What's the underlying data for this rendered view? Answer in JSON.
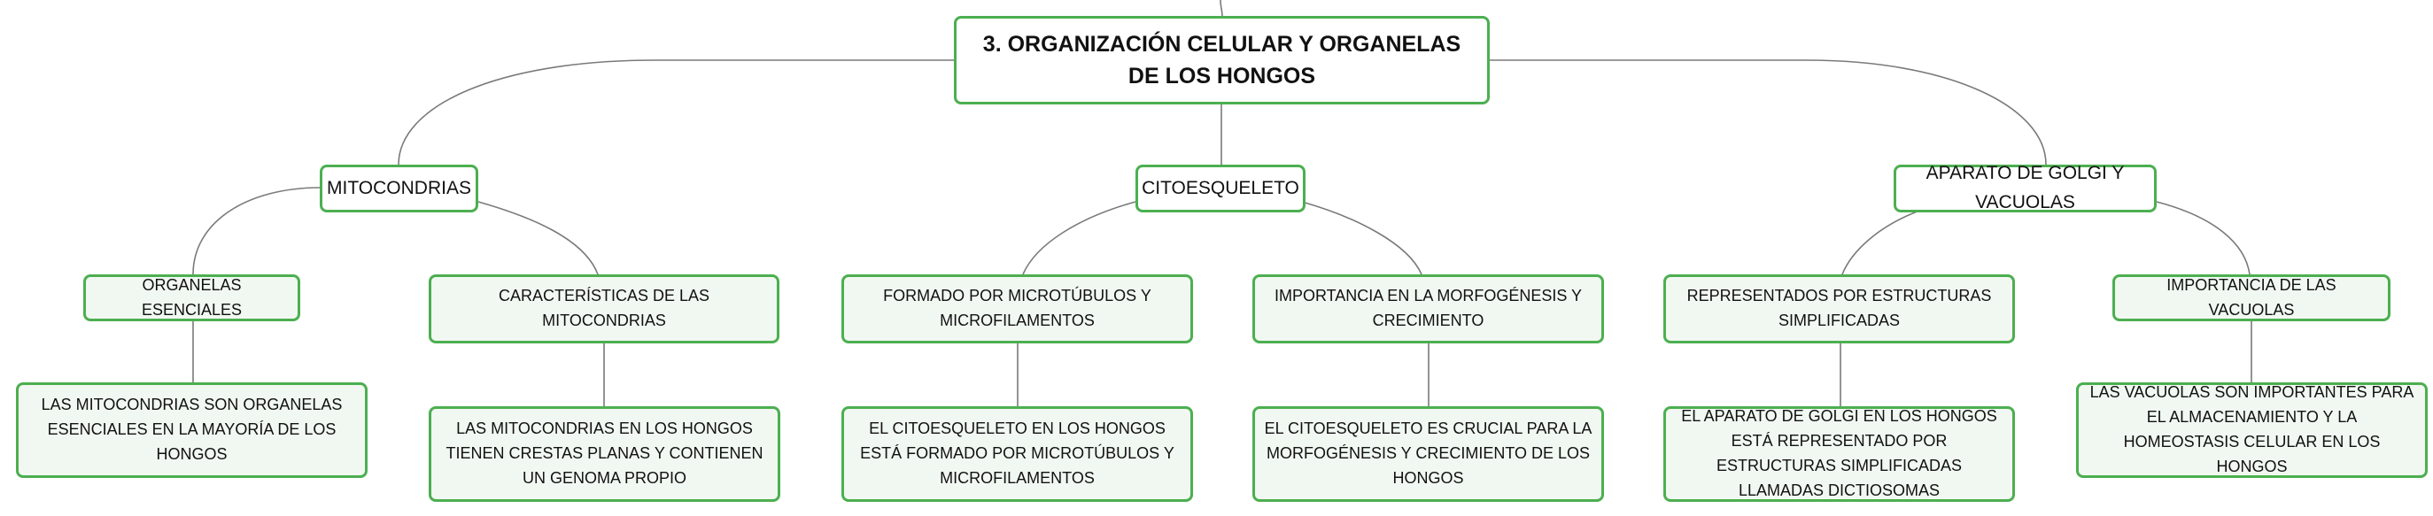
{
  "mindmap": {
    "root": {
      "label": "3. ORGANIZACIÓN CELULAR Y ORGANELAS DE LOS HONGOS"
    },
    "branches": [
      {
        "label": "MITOCONDRIAS",
        "children": [
          {
            "label": "ORGANELAS ESENCIALES",
            "detail": "LAS MITOCONDRIAS SON ORGANELAS ESENCIALES EN LA MAYORÍA DE LOS HONGOS"
          },
          {
            "label": "CARACTERÍSTICAS DE LAS MITOCONDRIAS",
            "detail": "LAS MITOCONDRIAS EN LOS HONGOS TIENEN CRESTAS PLANAS Y CONTIENEN UN GENOMA PROPIO"
          }
        ]
      },
      {
        "label": "CITOESQUELETO",
        "children": [
          {
            "label": "FORMADO POR MICROTÚBULOS Y MICROFILAMENTOS",
            "detail": "EL CITOESQUELETO EN LOS HONGOS ESTÁ FORMADO POR MICROTÚBULOS Y MICROFILAMENTOS"
          },
          {
            "label": "IMPORTANCIA EN LA MORFOGÉNESIS Y CRECIMIENTO",
            "detail": "EL CITOESQUELETO ES CRUCIAL PARA LA MORFOGÉNESIS Y CRECIMIENTO DE LOS HONGOS"
          }
        ]
      },
      {
        "label": "APARATO DE GOLGI Y VACUOLAS",
        "children": [
          {
            "label": "REPRESENTADOS POR ESTRUCTURAS SIMPLIFICADAS",
            "detail": "EL APARATO DE GOLGI EN LOS HONGOS ESTÁ REPRESENTADO POR ESTRUCTURAS SIMPLIFICADAS LLAMADAS DICTIOSOMAS"
          },
          {
            "label": "IMPORTANCIA DE LAS VACUOLAS",
            "detail": "LAS VACUOLAS SON IMPORTANTES PARA EL ALMACENAMIENTO Y LA HOMEOSTASIS CELULAR EN LOS HONGOS"
          }
        ]
      }
    ]
  },
  "colors": {
    "node_border": "#4caf50",
    "node_fill": "#f1f8f1",
    "edge": "#7a7a7a",
    "text": "#111111"
  }
}
